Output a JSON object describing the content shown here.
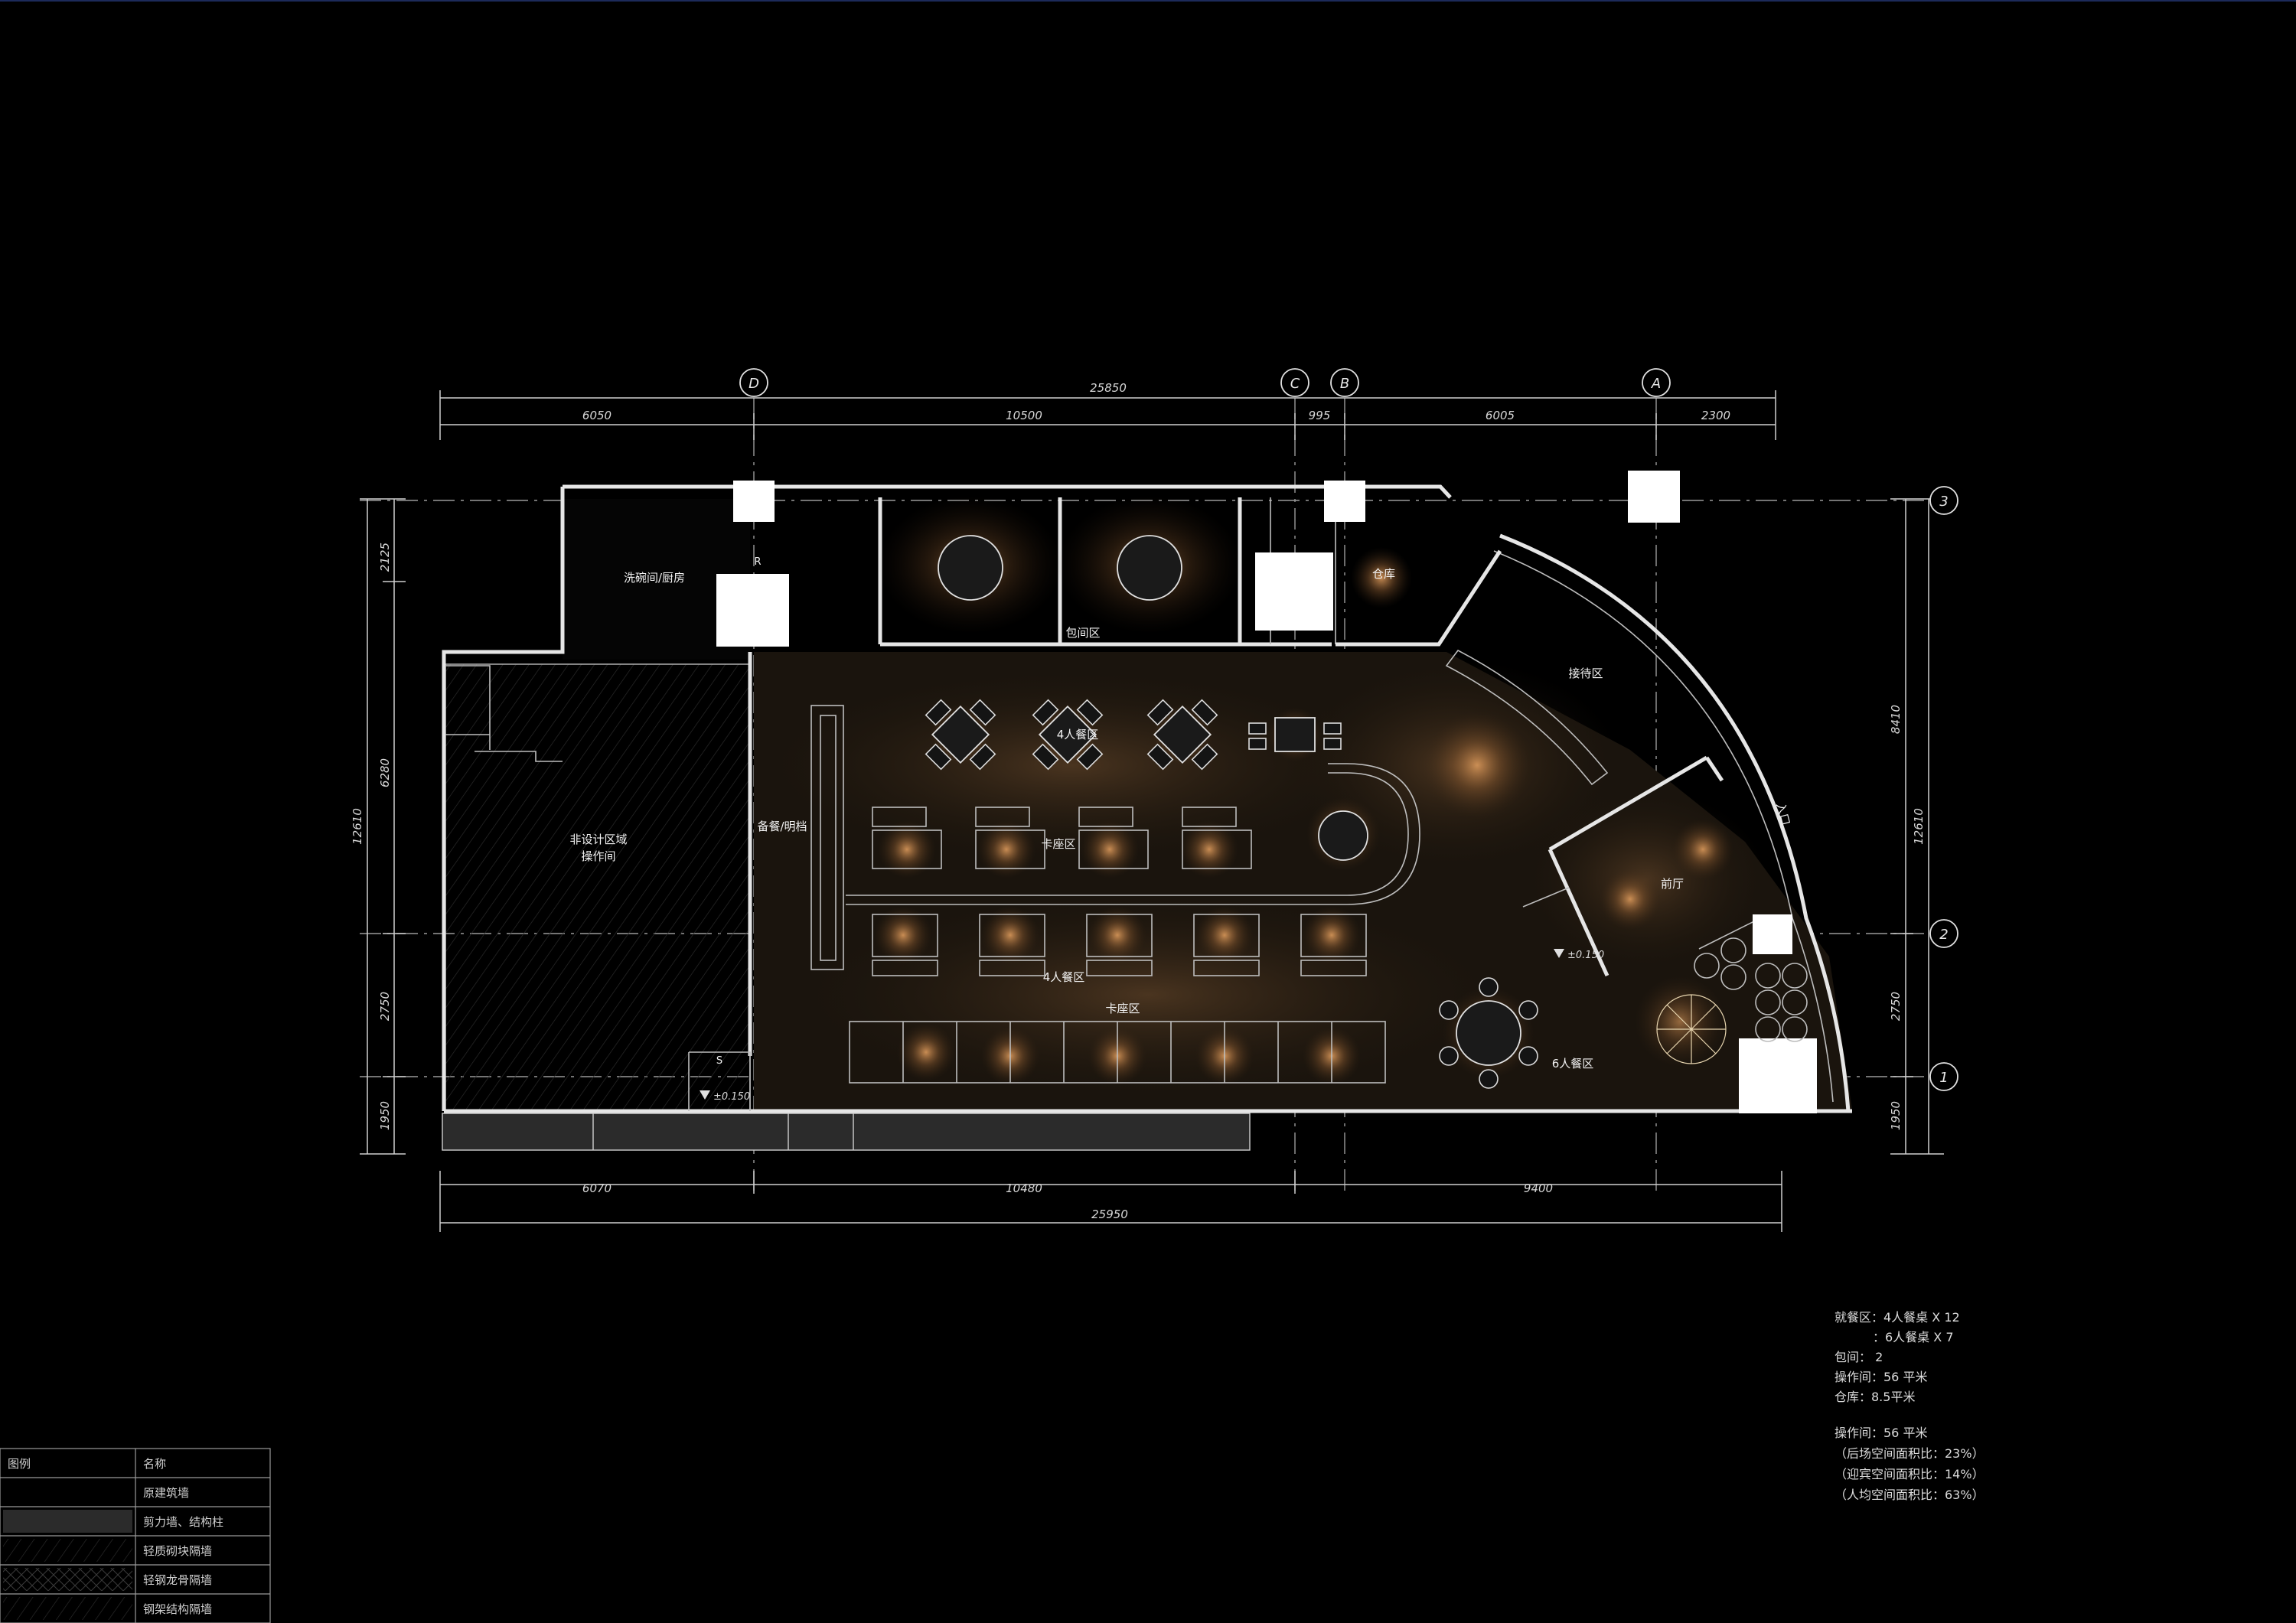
{
  "dimensions": {
    "top_total": "25850",
    "top_segments": [
      "6050",
      "10500",
      "995",
      "6005",
      "2300"
    ],
    "bottom_total": "25950",
    "bottom_segments": [
      "6070",
      "10480",
      "9400"
    ],
    "left_total": "12610",
    "left_segments": [
      "2125",
      "6280",
      "2750",
      "1950"
    ],
    "right_total": "12610",
    "right_segments": [
      "8410",
      "2750",
      "1950"
    ]
  },
  "axes": {
    "columns": [
      "D",
      "C",
      "B",
      "A"
    ],
    "rows": [
      "3",
      "2",
      "1"
    ]
  },
  "rooms": {
    "dishwash_kitchen": "洗碗间/厨房",
    "non_design_area": "非设计区域",
    "kitchen": "操作间",
    "private_room": "包间区",
    "storage": "仓库",
    "waiting": "接待区",
    "foyer": "前厅",
    "sideboard": "备餐/明档",
    "four_seat_1": "4人餐区",
    "card_seat_1": "卡座区",
    "four_seat_2": "4人餐区",
    "card_seat_2": "卡座区",
    "six_seat": "6人餐区",
    "entrance_mark": "入口",
    "r_mark": "R",
    "s_mark": "S"
  },
  "levels": {
    "level_1": "±0.150",
    "level_2": "±0.150"
  },
  "notes": {
    "lines_1": [
      "就餐区：4人餐桌 X 12",
      "：6人餐桌 X 7",
      "包间： 2",
      "操作间：56 平米",
      "仓库：8.5平米"
    ],
    "lines_2": [
      "操作间：56 平米",
      "（后场空间面积比：23%）",
      "（迎宾空间面积比：14%）",
      "（人均空间面积比：63%）"
    ]
  },
  "legend": {
    "header_symbol": "图例",
    "header_name": "名称",
    "rows": [
      "原建筑墙",
      "剪力墙、结构柱",
      "轻质砌块隔墙",
      "轻钢龙骨隔墙",
      "钢架结构隔墙"
    ]
  },
  "colors": {
    "background": "#000000",
    "lines": "#e6e6e6",
    "glow": "#c8874a"
  }
}
